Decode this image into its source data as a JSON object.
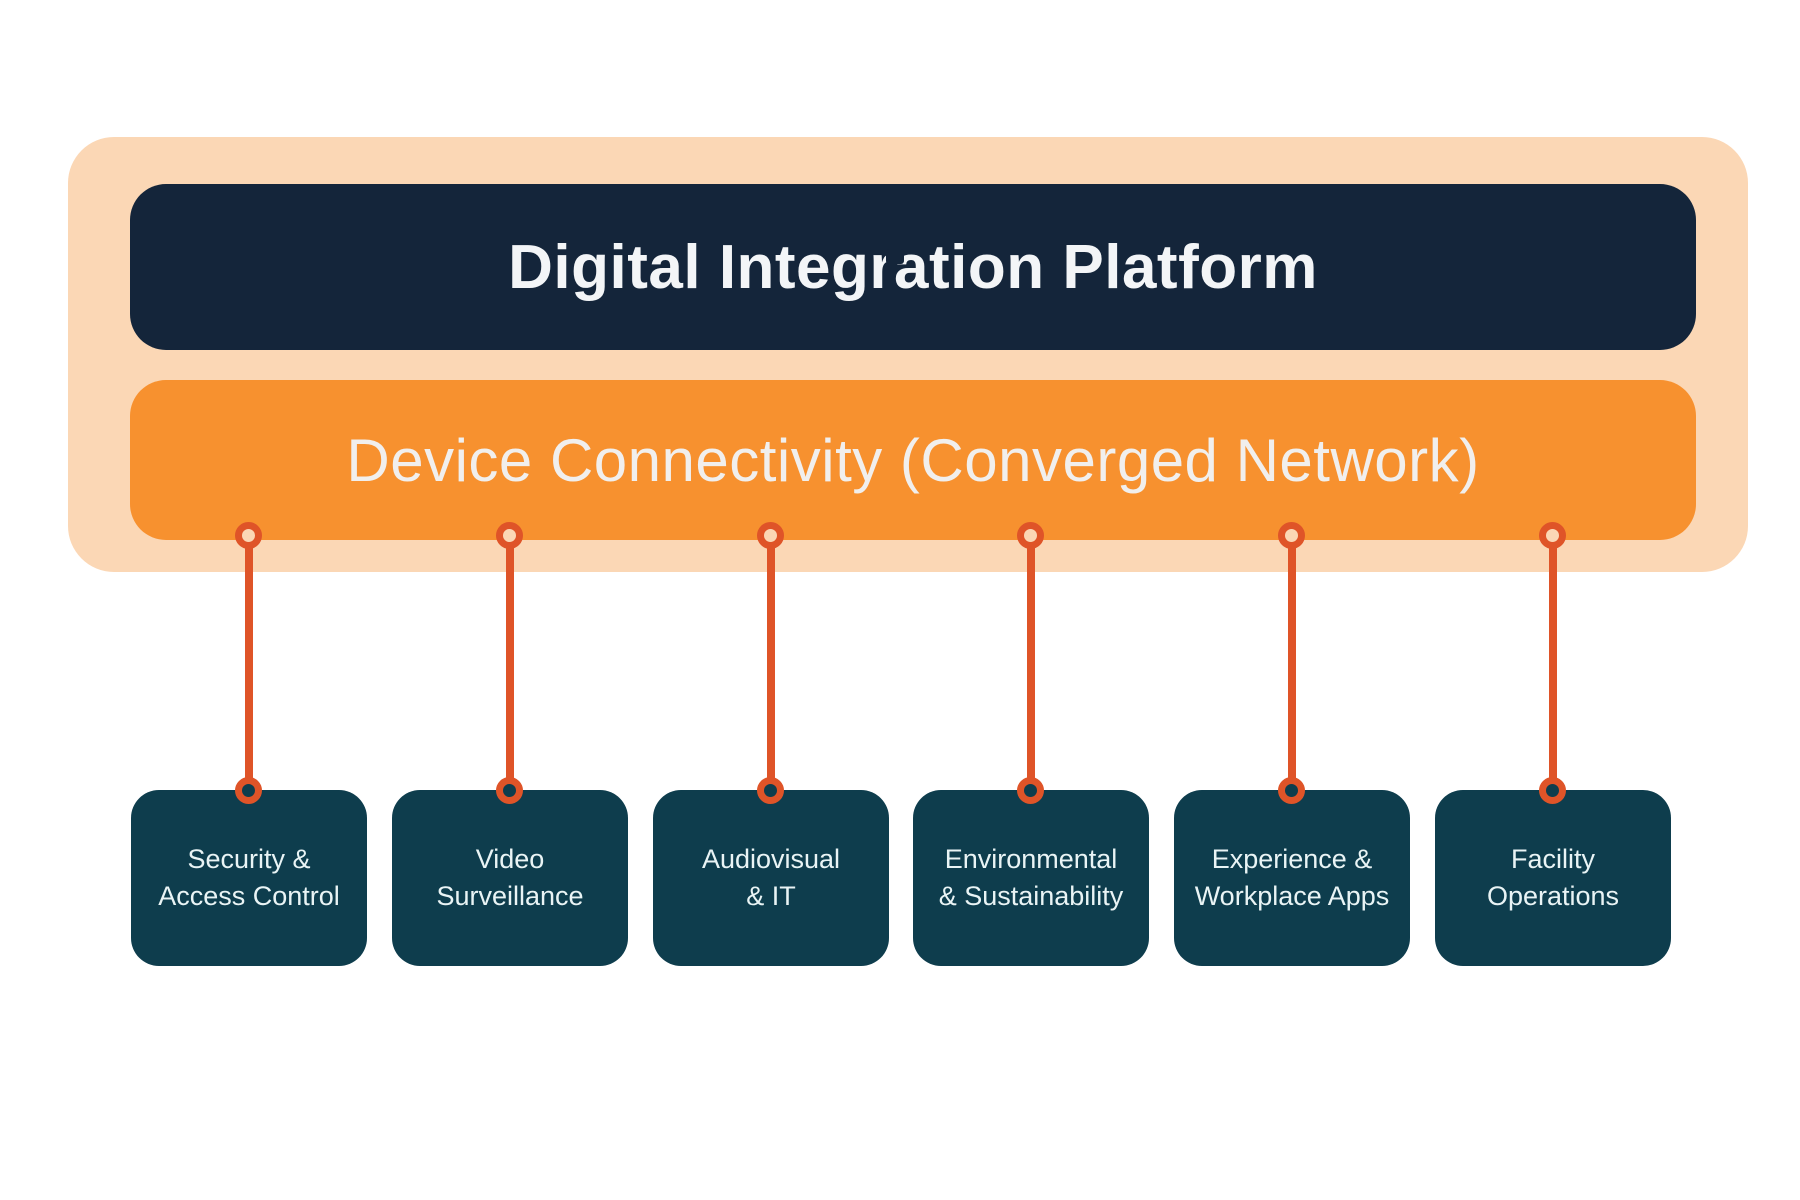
{
  "diagram": {
    "title_bar": {
      "label": "Digital Integration Platform"
    },
    "network_bar": {
      "label": "Device Connectivity (Converged Network)"
    },
    "nodes": [
      {
        "line1": "Security &",
        "line2": "Access Control"
      },
      {
        "line1": "Video",
        "line2": "Surveillance"
      },
      {
        "line1": "Audiovisual",
        "line2": "& IT"
      },
      {
        "line1": "Environmental",
        "line2": "& Sustainability"
      },
      {
        "line1": "Experience &",
        "line2": "Workplace Apps"
      },
      {
        "line1": "Facility",
        "line2": "Operations"
      }
    ],
    "colors": {
      "container_bg": "#FBD7B5",
      "title_bar_bg": "#14253A",
      "title_bar_text": "#F3F5F7",
      "network_bar_bg": "#F7912F",
      "network_bar_text": "#F1EFED",
      "connector": "#DF5428",
      "node_bg": "#0E3D4D",
      "node_text": "#E9F4F5"
    }
  }
}
